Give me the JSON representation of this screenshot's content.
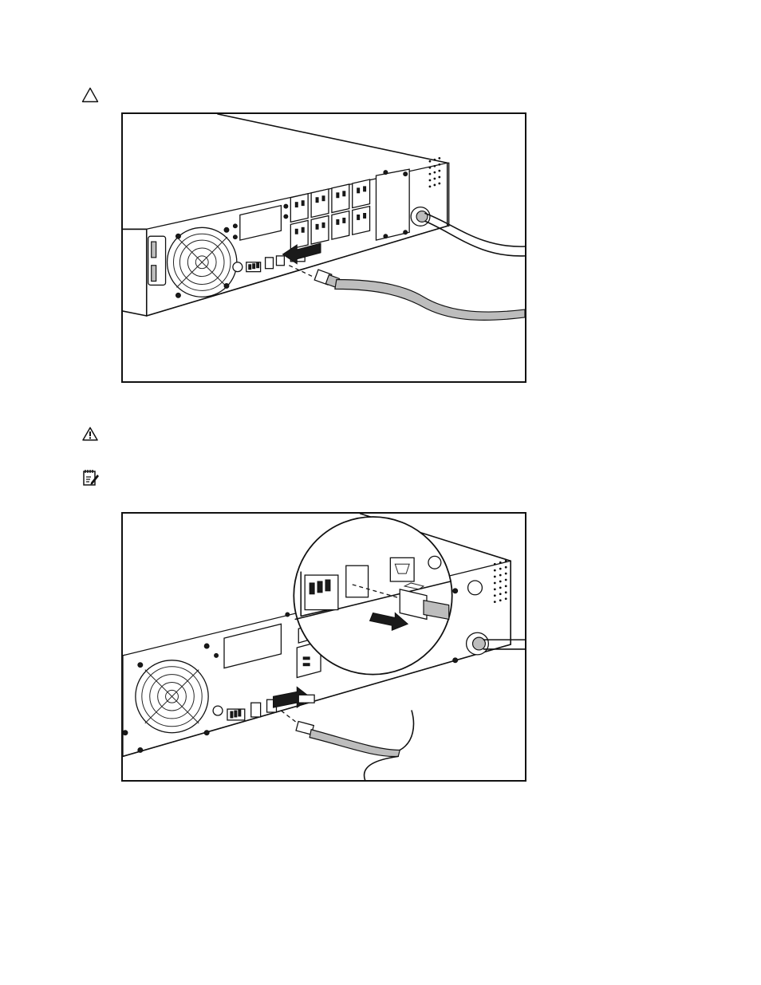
{
  "notices": [
    {
      "type": "caution",
      "icon": "caution-triangle-icon"
    },
    {
      "type": "warning",
      "icon": "warning-triangle-icon"
    },
    {
      "type": "important",
      "icon": "important-note-icon"
    }
  ],
  "figures": [
    {
      "id": "figure-connect-communications-cable",
      "description_shown": false
    },
    {
      "id": "figure-disconnect-communications-cable",
      "description_shown": false
    }
  ]
}
